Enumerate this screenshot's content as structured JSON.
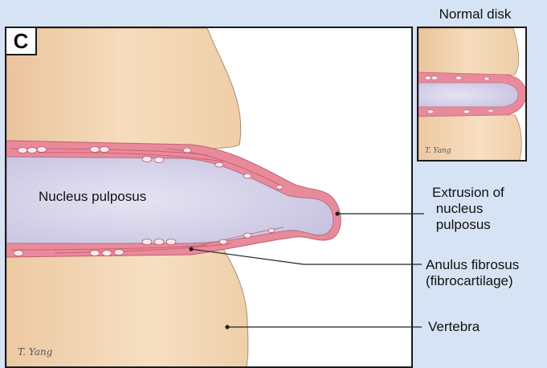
{
  "panel_letter": "C",
  "inset": {
    "title": "Normal disk",
    "signature": "T. Yang"
  },
  "main": {
    "nucleus_label": "Nucleus pulposus",
    "signature": "T. Yang"
  },
  "callouts": {
    "extrusion": "Extrusion of\n nucleus\n pulposus",
    "anulus": "Anulus fibrosus\n(fibrocartilage)",
    "vertebra": "Vertebra"
  },
  "colors": {
    "background": "#d6e3f4",
    "bone": "#f2d3b0",
    "anulus": "#e98a9b",
    "nucleus": "#d4d1ea"
  }
}
